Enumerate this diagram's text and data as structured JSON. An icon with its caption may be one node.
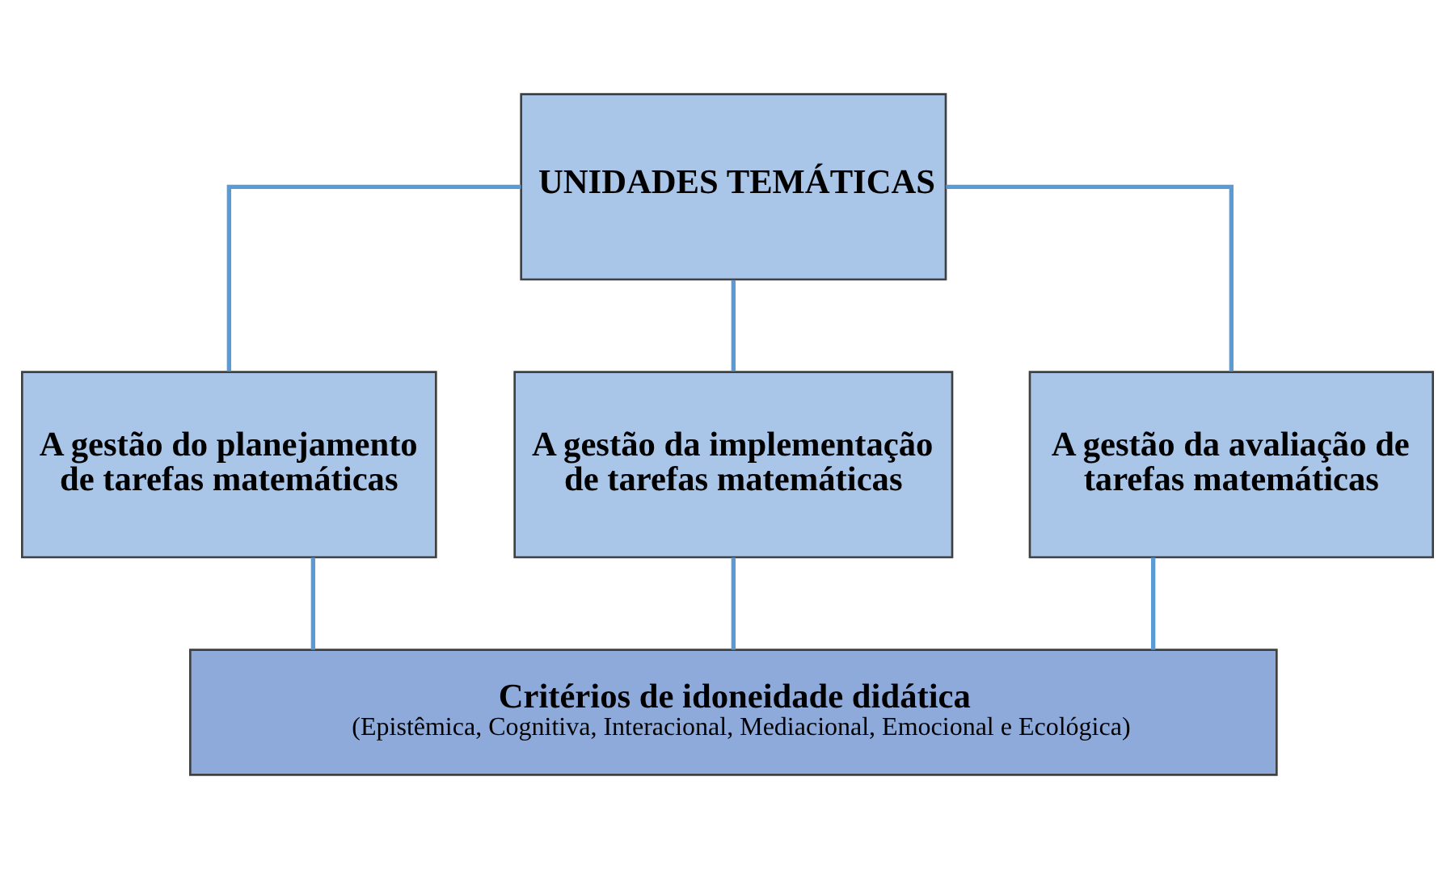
{
  "diagram": {
    "nodes": [
      {
        "text": [
          "UNIDADES TEMÁTICAS"
        ]
      },
      {
        "text": [
          "A gestão do planejamento de tarefas matemáticas"
        ]
      },
      {
        "text": [
          "A gestão da implementação de tarefas matemáticas"
        ]
      },
      {
        "text": [
          "A gestão da avaliação de tarefas matemáticas"
        ]
      },
      {
        "text": [
          "Critérios de idoneidade didática",
          "(Epistêmica, Cognitiva, Interacional, Mediacional, Emocional e Ecológica)"
        ]
      }
    ],
    "edges": [
      {
        "from": 0,
        "to": 1,
        "arrow": "none"
      },
      {
        "from": 0,
        "to": 2,
        "arrow": "none"
      },
      {
        "from": 0,
        "to": 3,
        "arrow": "none"
      },
      {
        "from": 1,
        "to": 4,
        "arrow": "none"
      },
      {
        "from": 2,
        "to": 4,
        "arrow": "none"
      },
      {
        "from": 3,
        "to": 4,
        "arrow": "none"
      }
    ]
  }
}
